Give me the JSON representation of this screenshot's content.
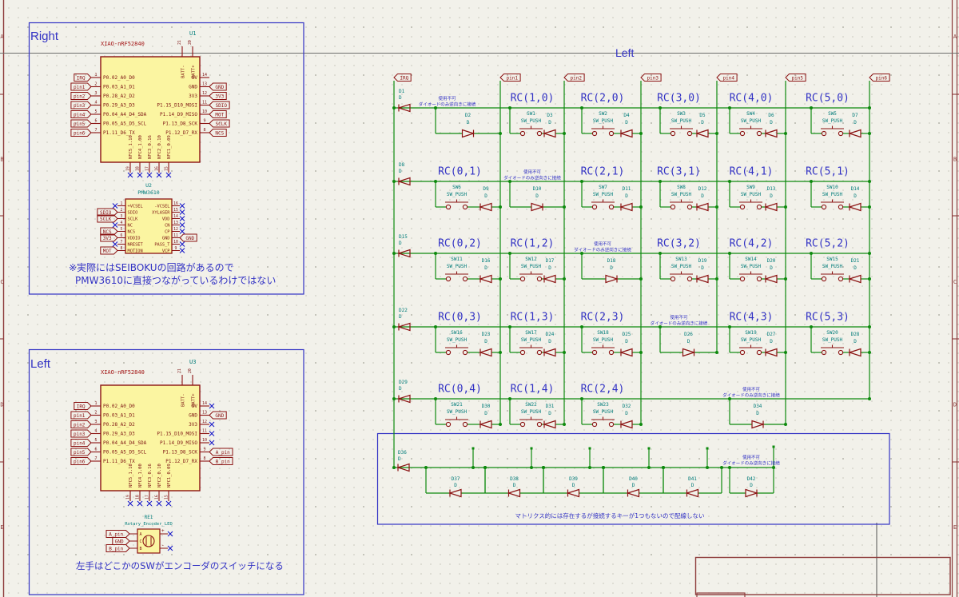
{
  "colors": {
    "background": "#F2F1EA",
    "wire_green": "#0E8A0E",
    "symbol_maroon": "#8B1212",
    "pin_text": "#7E1414",
    "ref_teal": "#007C7A",
    "value_red": "#A31515",
    "note_blue": "#3232C4",
    "body_yellow": "#FBF5A1",
    "no_connect_blue": "#1A1AC8",
    "sheet_border": "#8D3B3B",
    "divider_gray": "#6E6E6C"
  },
  "sheet": {
    "zones": [
      "A",
      "B",
      "C",
      "D",
      "E"
    ]
  },
  "right_section": {
    "title": "Right",
    "u1": {
      "ref": "U1",
      "value": "XIAO-nRF52840",
      "left_pins": [
        {
          "num": "1",
          "name": "P0.02_A0_D0",
          "tag": "IRQ"
        },
        {
          "num": "2",
          "name": "P0.03_A1_D1",
          "tag": "pin1"
        },
        {
          "num": "3",
          "name": "P0.28_A2_D2",
          "tag": "pin2"
        },
        {
          "num": "4",
          "name": "P0.29_A3_D3",
          "tag": "pin3"
        },
        {
          "num": "5",
          "name": "P0.04_A4_D4_SDA",
          "tag": "pin4"
        },
        {
          "num": "6",
          "name": "P0.05_A5_D5_SCL",
          "tag": "pin5"
        },
        {
          "num": "7",
          "name": "P1.11_D6_TX",
          "tag": "pin6"
        }
      ],
      "right_pins": [
        {
          "num": "14",
          "name": "5V"
        },
        {
          "num": "13",
          "name": "GND",
          "tag": "GND"
        },
        {
          "num": "12",
          "name": "3V3",
          "tag": "3V3"
        },
        {
          "num": "11",
          "name": "P1.15_D10_MOSI",
          "tag": "SDIO"
        },
        {
          "num": "10",
          "name": "P1.14_D9_MISO",
          "tag": "MOT"
        },
        {
          "num": "9",
          "name": "P1.13_D8_SCK",
          "tag": "SCLK"
        },
        {
          "num": "8",
          "name": "P1.12_D7_RX",
          "tag": "NCS"
        }
      ],
      "top_pins": [
        {
          "num": "21",
          "name": "BATT-"
        },
        {
          "num": "20",
          "name": "BATT+"
        }
      ],
      "bottom_pins": [
        {
          "num": "19",
          "name": "NFC5_1.10"
        },
        {
          "num": "18",
          "name": "NFC4_1.00"
        },
        {
          "num": "17",
          "name": "NFC3_0.16"
        },
        {
          "num": "16",
          "name": "NFC2_0.10"
        },
        {
          "num": "15",
          "name": "NFC1_0.09"
        }
      ]
    },
    "u2": {
      "ref": "U2",
      "value": "PMW3610",
      "left_pins": [
        {
          "num": "1",
          "name": "+VCSEL",
          "nc": true
        },
        {
          "num": "2",
          "name": "SDIO",
          "tag": "SDIO"
        },
        {
          "num": "3",
          "name": "SCLK",
          "tag": "SCLK"
        },
        {
          "num": "4",
          "name": "NC",
          "nc": true
        },
        {
          "num": "5",
          "name": "NCS",
          "tag": "NCS"
        },
        {
          "num": "6",
          "name": "VDDIO",
          "tag": "3V3"
        },
        {
          "num": "7",
          "name": "NRESET",
          "nc": true
        },
        {
          "num": "8",
          "name": "MOTION",
          "tag": "MOT"
        }
      ],
      "right_pins": [
        {
          "num": "16",
          "name": "-VCSEL",
          "nc": true
        },
        {
          "num": "15",
          "name": "XYLASER",
          "nc": true
        },
        {
          "num": "14",
          "name": "VDD",
          "nc": true
        },
        {
          "num": "13",
          "name": "CN",
          "nc": true
        },
        {
          "num": "12",
          "name": "CP",
          "nc": true
        },
        {
          "num": "11",
          "name": "GND",
          "tag": "GND"
        },
        {
          "num": "10",
          "name": "PASS_T",
          "nc": true
        },
        {
          "num": "9",
          "name": "VCP",
          "nc": true
        }
      ]
    },
    "note1": "※実際にはSEIBOKUの回路があるので",
    "note2": "PMW3610に直接つながっているわけではない"
  },
  "left_section": {
    "title": "Left",
    "u3": {
      "ref": "U3",
      "value": "XIAO-nRF52840",
      "left_pins": [
        {
          "num": "1",
          "name": "P0.02_A0_D0",
          "tag": "IRQ"
        },
        {
          "num": "2",
          "name": "P0.03_A1_D1",
          "tag": "pin1"
        },
        {
          "num": "3",
          "name": "P0.28_A2_D2",
          "tag": "pin2"
        },
        {
          "num": "4",
          "name": "P0.29_A3_D3",
          "tag": "pin3"
        },
        {
          "num": "5",
          "name": "P0.04_A4_D4_SDA",
          "tag": "pin4"
        },
        {
          "num": "6",
          "name": "P0.05_A5_D5_SCL",
          "tag": "pin5"
        },
        {
          "num": "7",
          "name": "P1.11_D6_TX",
          "tag": "pin6"
        }
      ],
      "right_pins": [
        {
          "num": "14",
          "name": "5V",
          "nc": true
        },
        {
          "num": "13",
          "name": "GND",
          "tag": "GND"
        },
        {
          "num": "12",
          "name": "3V3",
          "nc": true
        },
        {
          "num": "11",
          "name": "P1.15_D10_MOSI",
          "nc": true
        },
        {
          "num": "10",
          "name": "P1.14_D9_MISO",
          "nc": true
        },
        {
          "num": "9",
          "name": "P1.13_D8_SCK",
          "tag": "A_pin"
        },
        {
          "num": "8",
          "name": "P1.12_D7_RX",
          "tag": "B_pin"
        }
      ],
      "top_pins": [
        {
          "num": "21",
          "name": "BATT-"
        },
        {
          "num": "20",
          "name": "BATT+"
        }
      ],
      "bottom_pins": [
        {
          "num": "19",
          "name": "NFC5_1.10"
        },
        {
          "num": "18",
          "name": "NFC4_1.00"
        },
        {
          "num": "17",
          "name": "NFC3_0.16"
        },
        {
          "num": "16",
          "name": "NFC2_0.10"
        },
        {
          "num": "15",
          "name": "NFC1_0.09"
        }
      ]
    },
    "re1": {
      "ref": "RE1",
      "value": "Rotary_Encoder_LED",
      "left_pins": [
        {
          "tag": "A_pin",
          "pin": "A"
        },
        {
          "tag": "GND",
          "pin": "C"
        },
        {
          "tag": "B_pin",
          "pin": "B"
        }
      ],
      "right_pins": [
        {
          "name": "+"
        },
        {
          "name": "-"
        }
      ]
    },
    "note": "左手はどこかのSWがエンコーダのスイッチになる"
  },
  "matrix": {
    "title": "Left",
    "irq_label": "IRQ",
    "col_labels": [
      "pin1",
      "pin2",
      "pin3",
      "pin4",
      "pin5",
      "pin6"
    ],
    "switch_value": "SW_PUSH",
    "diode_value": "D",
    "unusable_note": [
      "使用不可",
      "ダイオードのみ逆向きに接続"
    ],
    "rows": [
      {
        "diode": "D1",
        "cells": [
          {
            "u": "D2"
          },
          {
            "rc": "RC(1,0)",
            "sw": "SW1",
            "d": "D3"
          },
          {
            "rc": "RC(2,0)",
            "sw": "SW2",
            "d": "D4"
          },
          {
            "rc": "RC(3,0)",
            "sw": "SW3",
            "d": "D5"
          },
          {
            "rc": "RC(4,0)",
            "sw": "SW4",
            "d": "D6"
          },
          {
            "rc": "RC(5,0)",
            "sw": "SW5",
            "d": "D7"
          }
        ]
      },
      {
        "diode": "D8",
        "cells": [
          {
            "rc": "RC(0,1)",
            "sw": "SW6",
            "d": "D9"
          },
          {
            "u": "D10"
          },
          {
            "rc": "RC(2,1)",
            "sw": "SW7",
            "d": "D11"
          },
          {
            "rc": "RC(3,1)",
            "sw": "SW8",
            "d": "D12"
          },
          {
            "rc": "RC(4,1)",
            "sw": "SW9",
            "d": "D13"
          },
          {
            "rc": "RC(5,1)",
            "sw": "SW10",
            "d": "D14"
          }
        ]
      },
      {
        "diode": "D15",
        "cells": [
          {
            "rc": "RC(0,2)",
            "sw": "SW11",
            "d": "D16"
          },
          {
            "rc": "RC(1,2)",
            "sw": "SW12",
            "d": "D17"
          },
          {
            "u": "D18"
          },
          {
            "rc": "RC(3,2)",
            "sw": "SW13",
            "d": "D19"
          },
          {
            "rc": "RC(4,2)",
            "sw": "SW14",
            "d": "D20"
          },
          {
            "rc": "RC(5,2)",
            "sw": "SW15",
            "d": "D21"
          }
        ]
      },
      {
        "diode": "D22",
        "cells": [
          {
            "rc": "RC(0,3)",
            "sw": "SW16",
            "d": "D23"
          },
          {
            "rc": "RC(1,3)",
            "sw": "SW17",
            "d": "D24"
          },
          {
            "rc": "RC(2,3)",
            "sw": "SW18",
            "d": "D25"
          },
          {
            "u": "D26"
          },
          {
            "rc": "RC(4,3)",
            "sw": "SW19",
            "d": "D27"
          },
          {
            "rc": "RC(5,3)",
            "sw": "SW20",
            "d": "D28"
          }
        ]
      },
      {
        "diode": "D29",
        "cells": [
          {
            "rc": "RC(0,4)",
            "sw": "SW21",
            "d": "D30"
          },
          {
            "rc": "RC(1,4)",
            "sw": "SW22",
            "d": "D31"
          },
          {
            "rc": "RC(2,4)",
            "sw": "SW23",
            "d": "D32"
          },
          null,
          {
            "u": "D34"
          },
          null
        ]
      }
    ],
    "bottom_box": {
      "first_diode": "D36",
      "loop_diodes": [
        "D37",
        "D38",
        "D39",
        "D40",
        "D41"
      ],
      "rev_diode": "D42",
      "note": "マトリクス的には存在するが接続するキーが1つもないので配線しない"
    }
  }
}
